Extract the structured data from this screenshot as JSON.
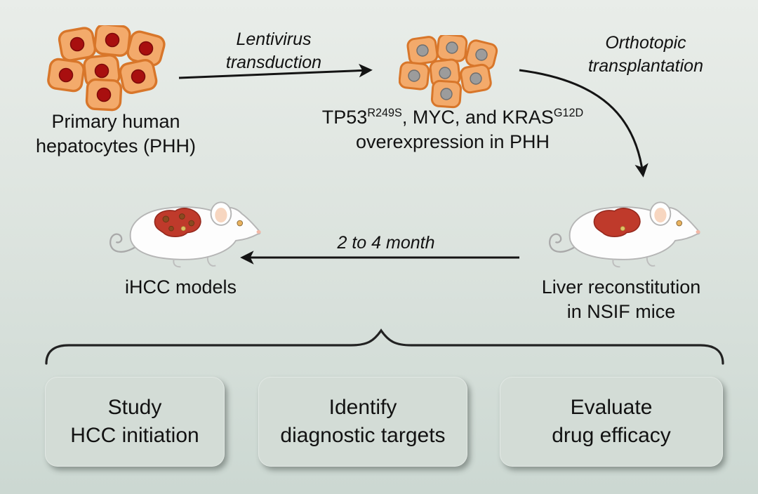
{
  "steps": {
    "phh": {
      "line1": "Primary human",
      "line2": "hepatocytes (PHH)"
    },
    "lentivirus": {
      "line1": "Lentivirus",
      "line2": "transduction"
    },
    "overexpression": {
      "gene1": "TP53",
      "sup1": "R249S",
      "middle": ", MYC, and KRAS",
      "sup2": "G12D",
      "line2": "overexpression in PHH"
    },
    "orthotopic": {
      "line1": "Orthotopic",
      "line2": "transplantation"
    },
    "reconstitution": {
      "line1": "Liver reconstitution",
      "line2": "in NSIF mice"
    },
    "duration": {
      "label": "2 to 4 month"
    },
    "ihcc": {
      "label": "iHCC models"
    }
  },
  "applications": [
    {
      "line1": "Study",
      "line2": "HCC initiation"
    },
    {
      "line1": "Identify",
      "line2": "diagnostic targets"
    },
    {
      "line1": "Evaluate",
      "line2": "drug efficacy"
    }
  ],
  "colors": {
    "background_top": "#e9ede9",
    "background_bottom": "#ccd8d2",
    "cell_fill": "#f3aa6b",
    "cell_border": "#d8762a",
    "phh_nucleus": "#a80f0f",
    "transduced_nucleus": "#9c9c9c",
    "liver": "#bf3a2b",
    "tumor_spot": "#8a4a20",
    "box_fill": "#d3dcd6",
    "arrow": "#141414"
  }
}
